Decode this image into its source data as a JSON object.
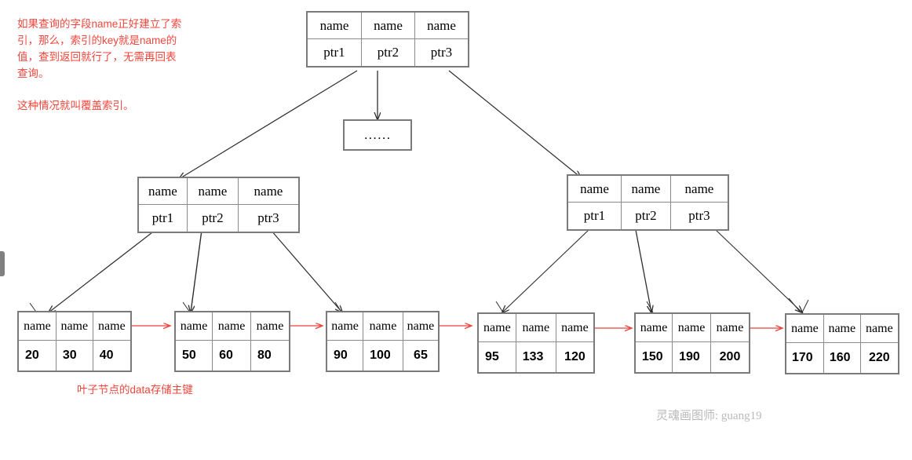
{
  "diagram": {
    "title": "B+ tree covering index illustration",
    "colors": {
      "node_border": "#7a7a7a",
      "edge": "#3a3a3a",
      "leaf_link": "#e8413a",
      "annotation": "#f0463c",
      "watermark": "#b9b9b9"
    },
    "root": {
      "keys": [
        "name",
        "name",
        "name"
      ],
      "pointers": [
        "ptr1",
        "ptr2",
        "ptr3"
      ]
    },
    "ellipsis_node": {
      "text": "......"
    },
    "internal_nodes": [
      {
        "keys": [
          "name",
          "name",
          "name"
        ],
        "pointers": [
          "ptr1",
          "ptr2",
          "ptr3"
        ]
      },
      {
        "keys": [
          "name",
          "name",
          "name"
        ],
        "pointers": [
          "ptr1",
          "ptr2",
          "ptr3"
        ]
      }
    ],
    "leaf_nodes": [
      {
        "keys": [
          "name",
          "name",
          "name"
        ],
        "values": [
          "20",
          "30",
          "40"
        ]
      },
      {
        "keys": [
          "name",
          "name",
          "name"
        ],
        "values": [
          "50",
          "60",
          "80"
        ]
      },
      {
        "keys": [
          "name",
          "name",
          "name"
        ],
        "values": [
          "90",
          "100",
          "65"
        ]
      },
      {
        "keys": [
          "name",
          "name",
          "name"
        ],
        "values": [
          "95",
          "133",
          "120"
        ]
      },
      {
        "keys": [
          "name",
          "name",
          "name"
        ],
        "values": [
          "150",
          "190",
          "200"
        ]
      },
      {
        "keys": [
          "name",
          "name",
          "name"
        ],
        "values": [
          "170",
          "160",
          "220"
        ]
      }
    ],
    "annotations": {
      "note_primary": "如果查询的字段name正好建立了索引，那么，索引的key就是name的值，查到返回就行了，无需再回表查询。",
      "note_secondary": "这种情况就叫覆盖索引。",
      "leaf_caption": "叶子节点的data存储主键"
    },
    "watermark": "灵魂画图师: guang19"
  }
}
